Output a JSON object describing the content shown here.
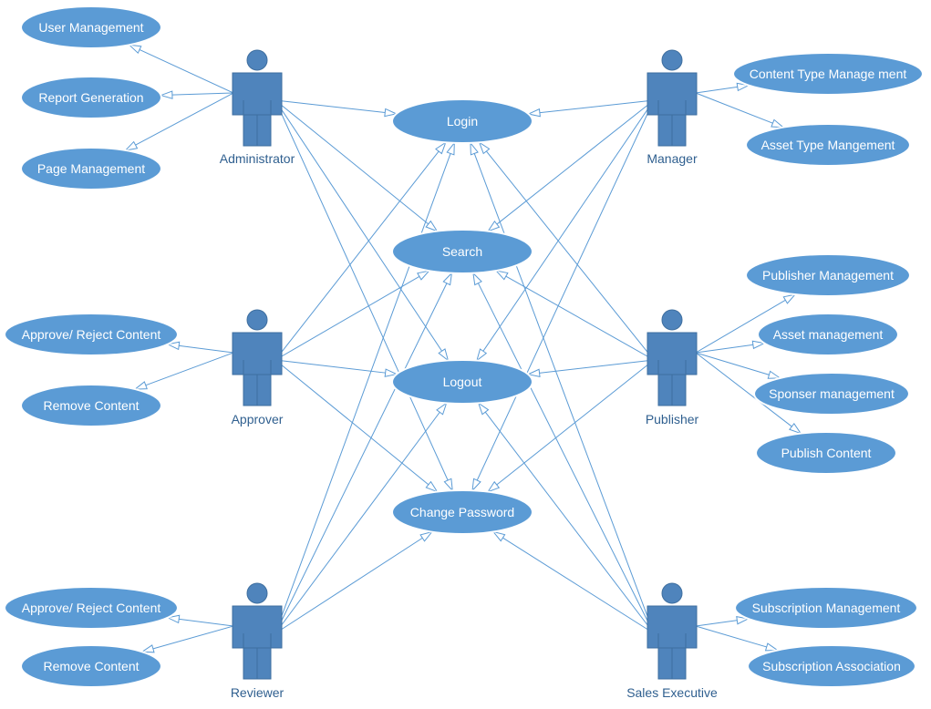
{
  "actors": [
    {
      "id": "admin",
      "name": "Administrator"
    },
    {
      "id": "manager",
      "name": "Manager"
    },
    {
      "id": "approver",
      "name": "Approver"
    },
    {
      "id": "publisher",
      "name": "Publisher"
    },
    {
      "id": "reviewer",
      "name": "Reviewer"
    },
    {
      "id": "sales",
      "name": "Sales Executive"
    }
  ],
  "use_cases": [
    {
      "id": "user_mgmt",
      "label": "User Management"
    },
    {
      "id": "report_gen",
      "label": "Report Generation"
    },
    {
      "id": "page_mgmt",
      "label": "Page Management"
    },
    {
      "id": "login",
      "label": "Login"
    },
    {
      "id": "search",
      "label": "Search"
    },
    {
      "id": "logout",
      "label": "Logout"
    },
    {
      "id": "change_pw",
      "label": "Change Password"
    },
    {
      "id": "content_type",
      "label": "Content Type Manage ment"
    },
    {
      "id": "asset_type",
      "label": "Asset Type Mangement"
    },
    {
      "id": "approve_1",
      "label": "Approve/ Reject Content"
    },
    {
      "id": "remove_1",
      "label": "Remove Content"
    },
    {
      "id": "publisher_mgmt",
      "label": "Publisher Management"
    },
    {
      "id": "asset_mgmt",
      "label": "Asset management"
    },
    {
      "id": "sponser_mgmt",
      "label": "Sponser management"
    },
    {
      "id": "publish_content",
      "label": "Publish Content"
    },
    {
      "id": "approve_2",
      "label": "Approve/ Reject Content"
    },
    {
      "id": "remove_2",
      "label": "Remove Content"
    },
    {
      "id": "subscription_mgmt",
      "label": "Subscription Management"
    },
    {
      "id": "subscription_assoc",
      "label": "Subscription Association"
    }
  ],
  "associations": [
    [
      "admin",
      "user_mgmt"
    ],
    [
      "admin",
      "report_gen"
    ],
    [
      "admin",
      "page_mgmt"
    ],
    [
      "admin",
      "login"
    ],
    [
      "admin",
      "search"
    ],
    [
      "admin",
      "logout"
    ],
    [
      "admin",
      "change_pw"
    ],
    [
      "manager",
      "content_type"
    ],
    [
      "manager",
      "asset_type"
    ],
    [
      "manager",
      "login"
    ],
    [
      "manager",
      "search"
    ],
    [
      "manager",
      "logout"
    ],
    [
      "manager",
      "change_pw"
    ],
    [
      "approver",
      "approve_1"
    ],
    [
      "approver",
      "remove_1"
    ],
    [
      "approver",
      "login"
    ],
    [
      "approver",
      "search"
    ],
    [
      "approver",
      "logout"
    ],
    [
      "approver",
      "change_pw"
    ],
    [
      "publisher",
      "publisher_mgmt"
    ],
    [
      "publisher",
      "asset_mgmt"
    ],
    [
      "publisher",
      "sponser_mgmt"
    ],
    [
      "publisher",
      "publish_content"
    ],
    [
      "publisher",
      "login"
    ],
    [
      "publisher",
      "search"
    ],
    [
      "publisher",
      "logout"
    ],
    [
      "publisher",
      "change_pw"
    ],
    [
      "reviewer",
      "approve_2"
    ],
    [
      "reviewer",
      "remove_2"
    ],
    [
      "reviewer",
      "login"
    ],
    [
      "reviewer",
      "search"
    ],
    [
      "reviewer",
      "logout"
    ],
    [
      "reviewer",
      "change_pw"
    ],
    [
      "sales",
      "subscription_mgmt"
    ],
    [
      "sales",
      "subscription_assoc"
    ],
    [
      "sales",
      "login"
    ],
    [
      "sales",
      "search"
    ],
    [
      "sales",
      "logout"
    ],
    [
      "sales",
      "change_pw"
    ]
  ]
}
